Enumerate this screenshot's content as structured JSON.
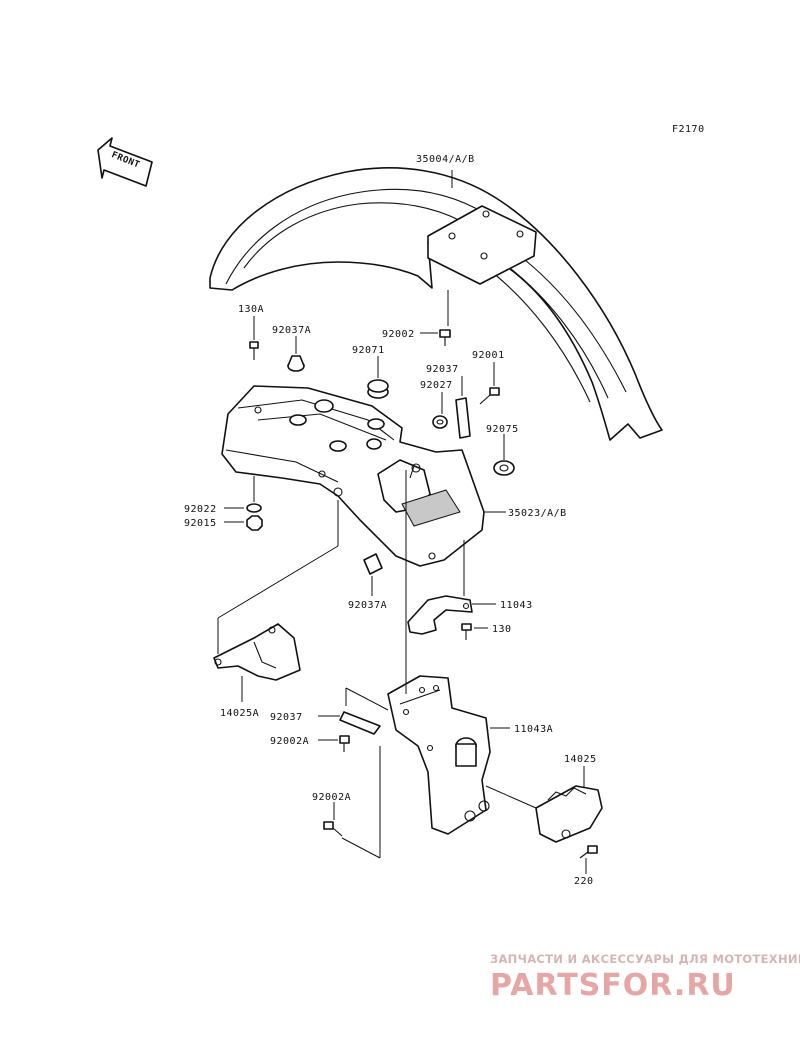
{
  "diagram_code": "F2170",
  "front_marker": "FRONT",
  "labels": {
    "front_fender": "35004/A/B",
    "rear_fender": "35023/A/B",
    "bolt_130a": "130A",
    "damper_92037a_top": "92037A",
    "damper_92071": "92071",
    "bolt_92002": "92002",
    "damper_92037": "92037",
    "bolt_92001": "92001",
    "grommet_92027": "92027",
    "grommet_92075": "92075",
    "washer_92022": "92022",
    "nut_92015": "92015",
    "damper_92037a_mid": "92037A",
    "bracket_11043": "11043",
    "bolt_130": "130",
    "bracket_14025a": "14025A",
    "clip_92037": "92037",
    "bolt_92002a_upper": "92002A",
    "bracket_11043a": "11043A",
    "bracket_14025": "14025",
    "bolt_92002a_lower": "92002A",
    "bolt_220": "220"
  },
  "watermark": {
    "tagline": "ЗАПЧАСТИ И АКСЕССУАРЫ ДЛЯ МОТОТЕХНИКИ",
    "brand": "PARTSFOR.RU",
    "brand_color": "#e6a6a6"
  }
}
